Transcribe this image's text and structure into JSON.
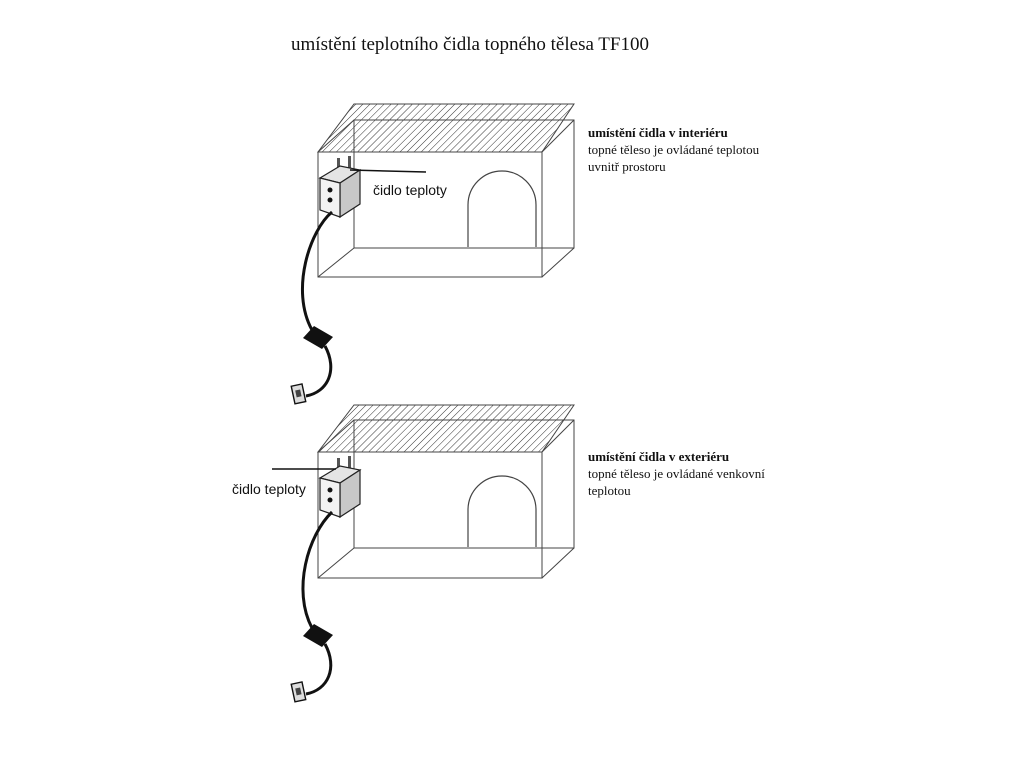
{
  "title": "umístění teplotního čidla topného tělesa TF100",
  "panels": [
    {
      "sensor_label": "čidlo teploty",
      "note_head": "umístění čidla v interiéru",
      "note_lines": [
        "topné těleso je ovládané teplotou",
        "uvnitř prostoru"
      ]
    },
    {
      "sensor_label": "čidlo teploty",
      "note_head": "umístění čidla v exteriéru",
      "note_lines": [
        "topné těleso je ovládané venkovní",
        "teplotou"
      ]
    }
  ]
}
